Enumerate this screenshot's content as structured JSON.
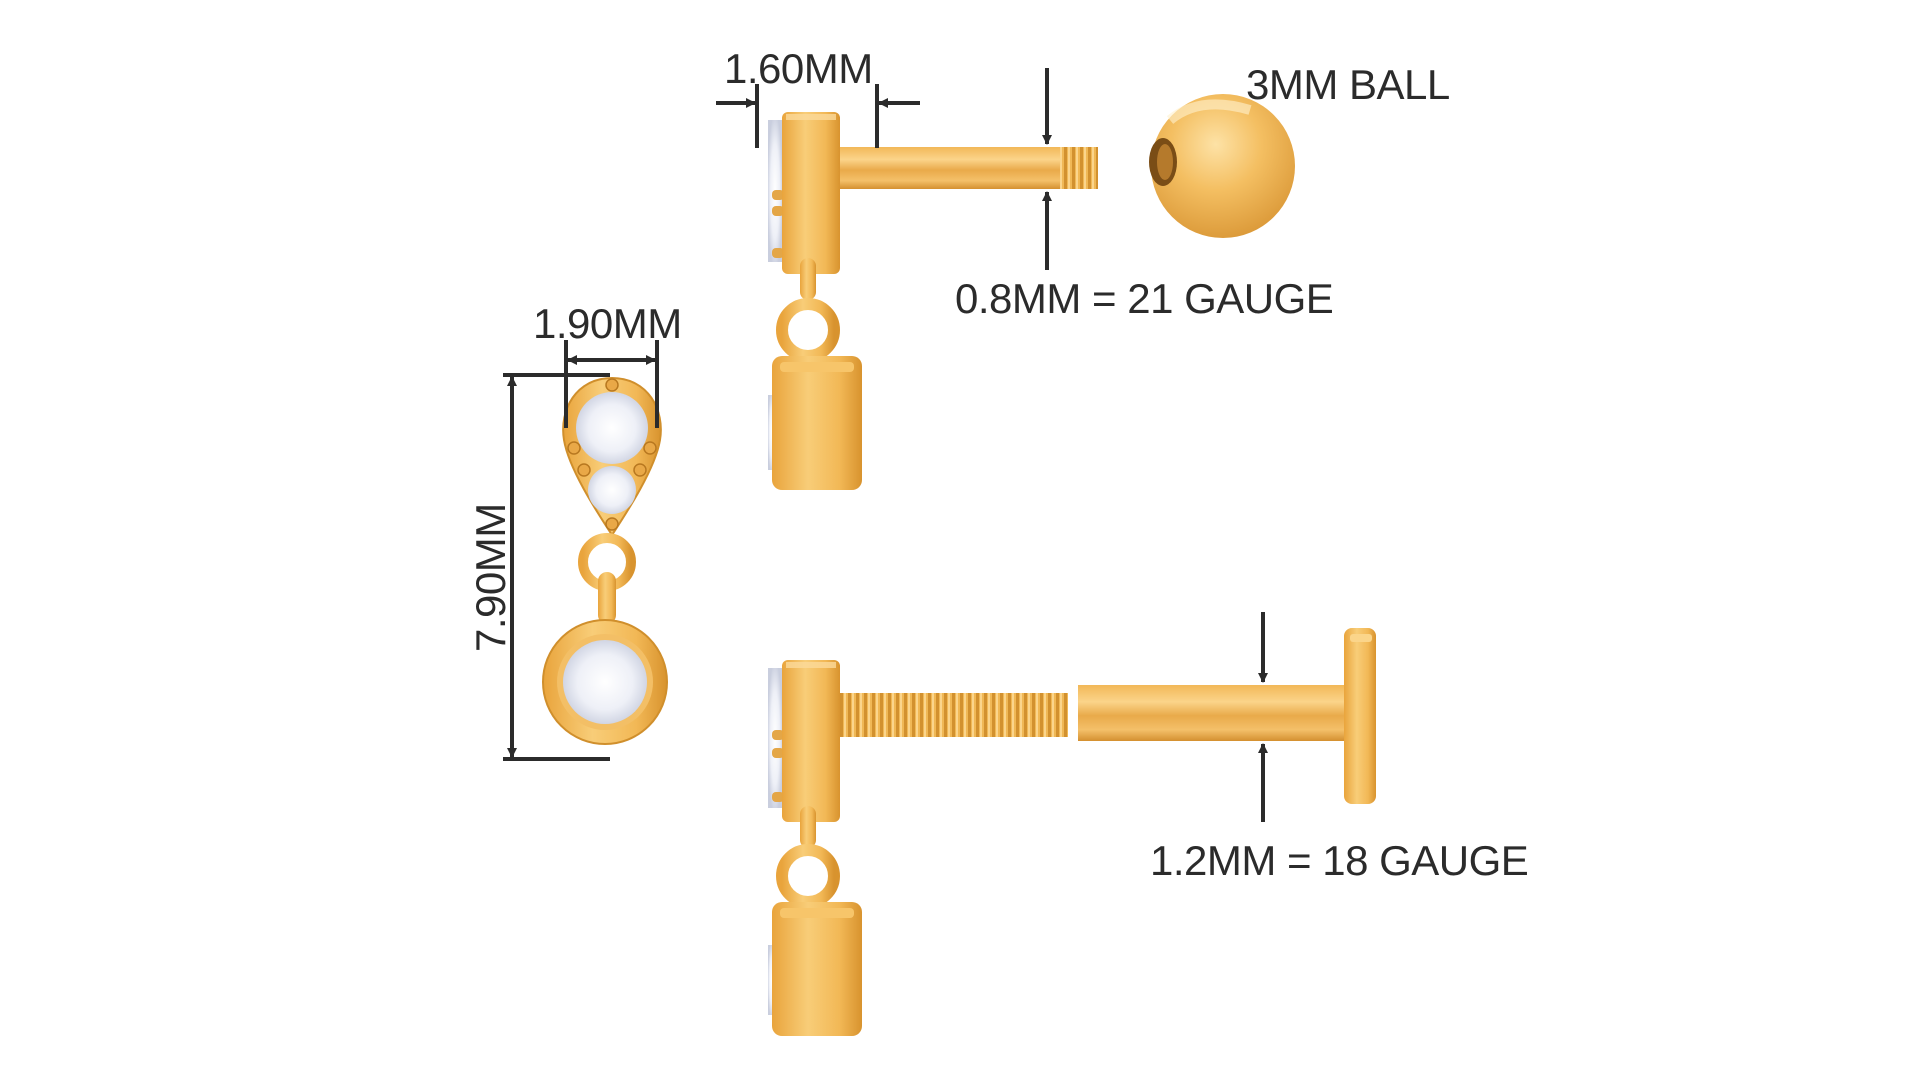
{
  "figure": {
    "title": "Dangle stud earring dimension diagram",
    "background": "#ffffff",
    "colors": {
      "gold_base": "#f0b24a",
      "gold_light": "#fbd58a",
      "gold_dark": "#c98a26",
      "diamond": "#eef0f6",
      "annotation": "#2b2b2b"
    }
  },
  "annotations": {
    "head_depth": "1.60MM",
    "ball_size": "3MM BALL",
    "ball_post_gauge": "0.8MM = 21 GAUGE",
    "front_width": "1.90MM",
    "front_length": "7.90MM",
    "labret_post_gauge": "1.2MM = 18 GAUGE"
  },
  "views": [
    {
      "name": "side-view-threaded-ball",
      "components": [
        "stone head",
        "0.8mm post",
        "threaded tip",
        "3mm ball"
      ]
    },
    {
      "name": "front-view",
      "components": [
        "teardrop with 2 stones",
        "jump ring",
        "bezel-set round stone"
      ]
    },
    {
      "name": "side-view-labret",
      "components": [
        "stone head",
        "threaded post",
        "flat-back labret post",
        "disc back"
      ]
    }
  ]
}
